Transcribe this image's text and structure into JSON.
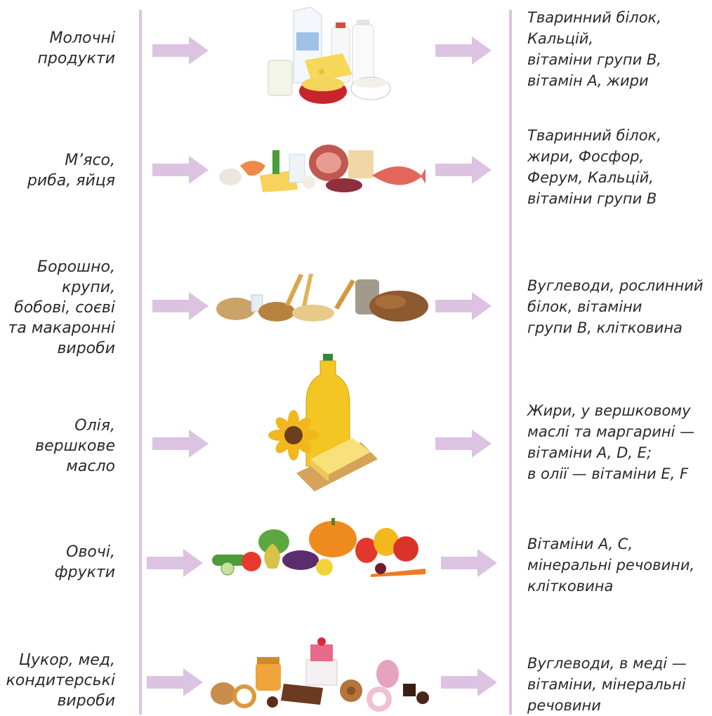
{
  "rows": [
    {
      "food": [
        "Молочні",
        "продукти"
      ],
      "nutrients": [
        "Тваринний білок,",
        "Кальцій,",
        "вітаміни групи В,",
        "вітамін А, жири"
      ],
      "image": "dairy-products-image"
    },
    {
      "food": [
        "М’ясо,",
        "риба, яйця"
      ],
      "nutrients": [
        "Тваринний білок,",
        "жири, Фосфор,",
        "Ферум, Кальцій,",
        "вітаміни групи В"
      ],
      "image": "meat-fish-eggs-image"
    },
    {
      "food": [
        "Борошно,",
        "крупи,",
        "бобові, соєві",
        "та макаронні",
        "вироби"
      ],
      "nutrients": [
        "Вуглеводи, рослинний",
        "білок, вітаміни",
        "групи В, клітковина"
      ],
      "image": "grains-bread-image"
    },
    {
      "food": [
        "Олія,",
        "вершкове",
        "масло"
      ],
      "nutrients": [
        "Жири, у вершковому",
        "маслі та маргарині —",
        "вітаміни A, D, E;",
        "в олії — вітаміни E, F"
      ],
      "image": "oil-butter-image"
    },
    {
      "food": [
        "Овочі,",
        "фрукти"
      ],
      "nutrients": [
        "Вітаміни А, С,",
        "мінеральні речовини,",
        "клітковина"
      ],
      "image": "vegetables-fruits-image"
    },
    {
      "food": [
        "Цукор, мед,",
        "кондитерські",
        "вироби"
      ],
      "nutrients": [
        "Вуглеводи, в меді —",
        "вітаміни, мінеральні",
        "речовини"
      ],
      "image": "sweets-image"
    }
  ],
  "colors": {
    "arrow": "#dcc3e2",
    "line": "#dcc3e2",
    "text": "#2c2a29"
  }
}
